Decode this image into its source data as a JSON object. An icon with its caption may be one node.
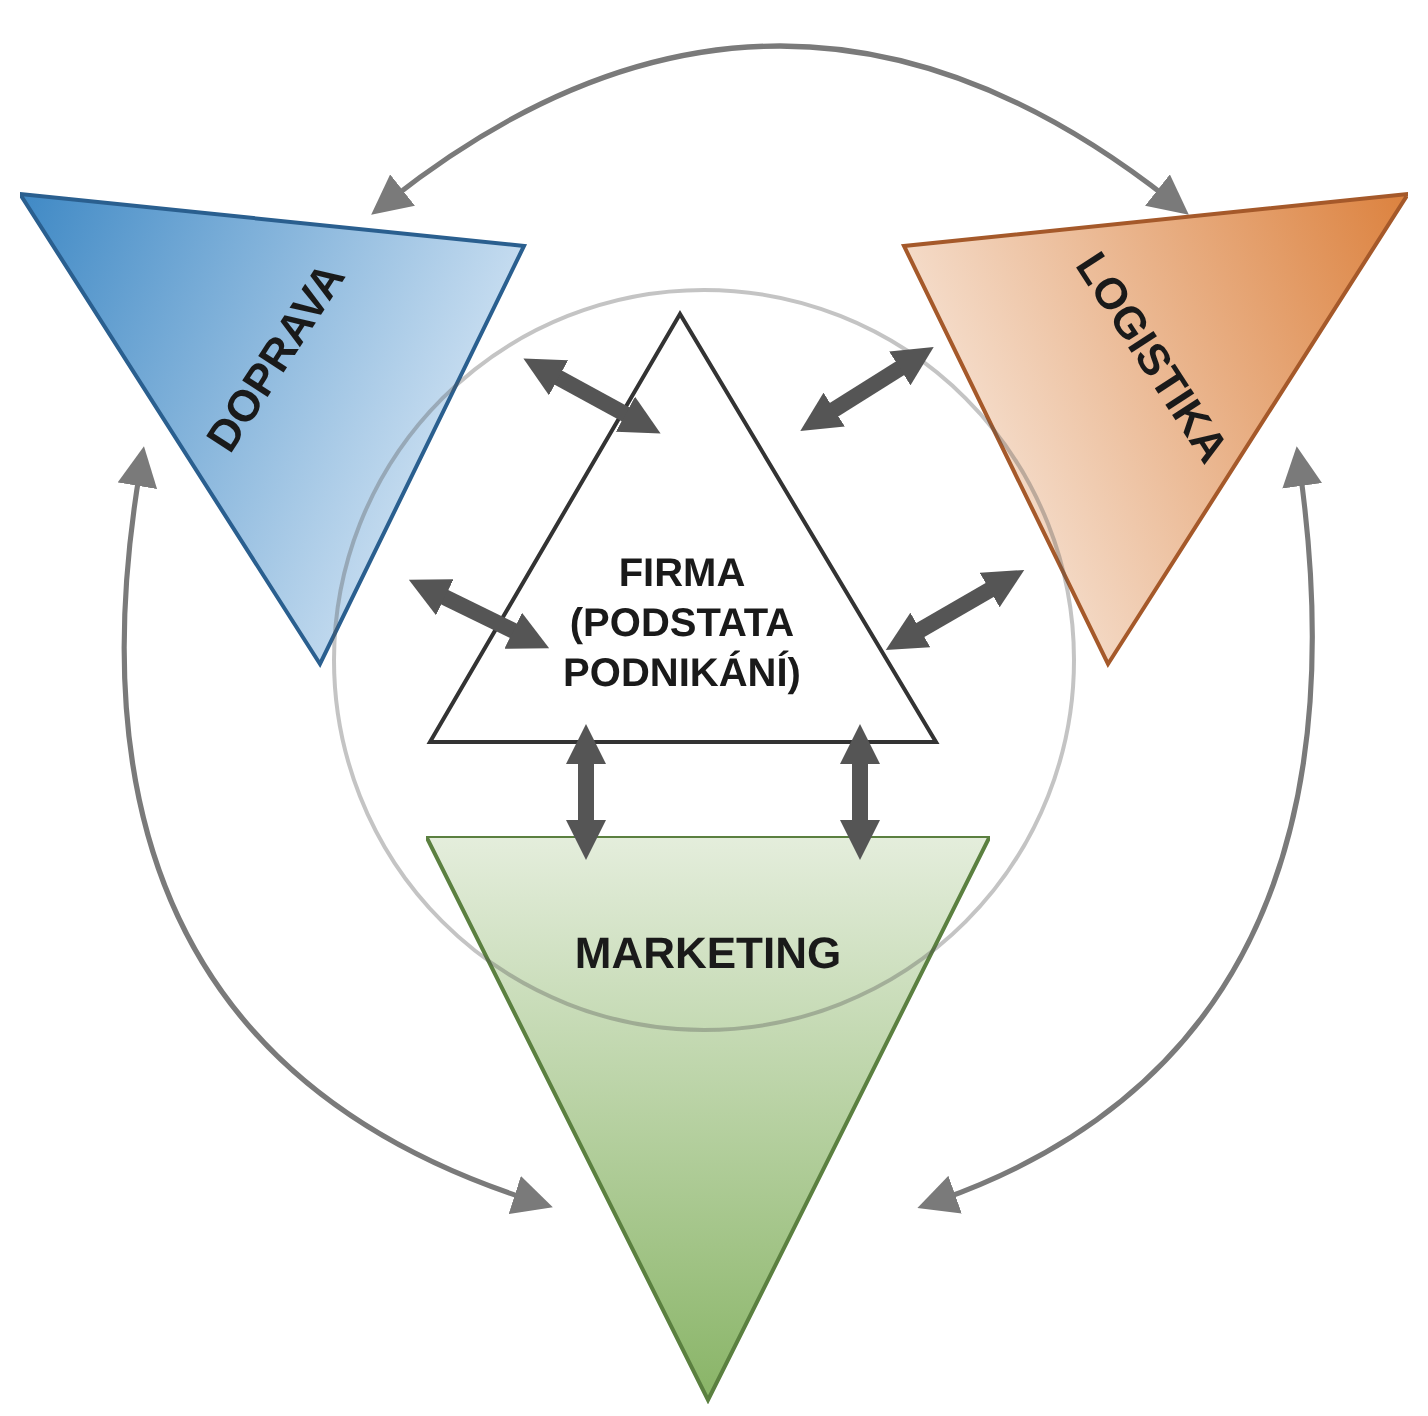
{
  "diagram": {
    "nodes": [
      {
        "text": [
          "FIRMA (PODSTATA PODNIKÁNÍ)"
        ]
      },
      {
        "text": [
          "DOPRAVA"
        ]
      },
      {
        "text": [
          "LOGISTIKA"
        ]
      },
      {
        "text": [
          "MARKETING"
        ]
      }
    ],
    "edges": [
      {
        "from": 1,
        "to": 2,
        "arrow": "both",
        "color": "#7a7a7a"
      },
      {
        "from": 1,
        "to": 3,
        "arrow": "both",
        "color": "#7a7a7a"
      },
      {
        "from": 2,
        "to": 3,
        "arrow": "both",
        "color": "#7a7a7a"
      },
      {
        "from": 0,
        "to": 1,
        "arrow": "both"
      },
      {
        "from": 0,
        "to": 1,
        "arrow": "both"
      },
      {
        "from": 0,
        "to": 2,
        "arrow": "both"
      },
      {
        "from": 0,
        "to": 2,
        "arrow": "both"
      },
      {
        "from": 0,
        "to": 3,
        "arrow": "both"
      },
      {
        "from": 0,
        "to": 3,
        "arrow": "both"
      }
    ]
  }
}
